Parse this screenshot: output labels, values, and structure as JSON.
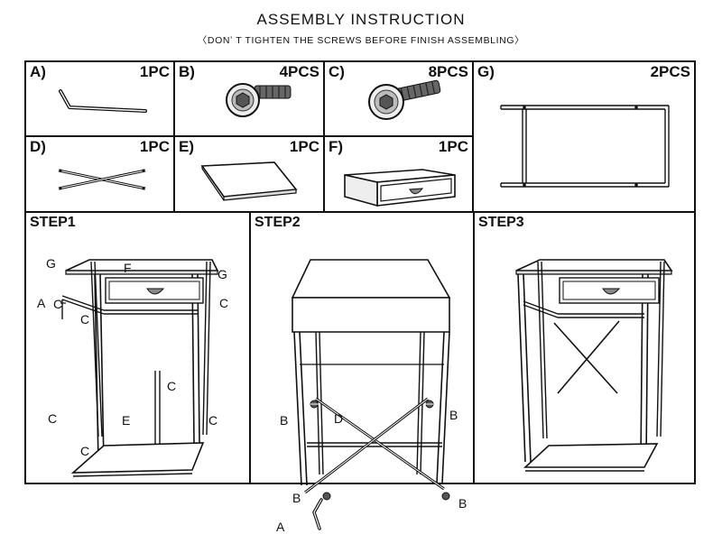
{
  "header": {
    "title": "ASSEMBLY INSTRUCTION",
    "subtitle": "〈DONʼ T TIGHTEN THE SCREWS BEFORE FINISH ASSEMBLING〉"
  },
  "parts": [
    {
      "label": "A)",
      "qty": "1PC",
      "icon": "allen-key-icon"
    },
    {
      "label": "B)",
      "qty": "4PCS",
      "icon": "short-screw-icon"
    },
    {
      "label": "C)",
      "qty": "8PCS",
      "icon": "long-screw-icon"
    },
    {
      "label": "G)",
      "qty": "2PCS",
      "icon": "side-frame-icon"
    },
    {
      "label": "D)",
      "qty": "1PC",
      "icon": "cross-brace-icon"
    },
    {
      "label": "E)",
      "qty": "1PC",
      "icon": "shelf-panel-icon"
    },
    {
      "label": "F)",
      "qty": "1PC",
      "icon": "drawer-box-icon"
    }
  ],
  "steps": [
    {
      "label": "STEP1",
      "callouts": {
        "g_left": "G",
        "f_top": "F",
        "g_right": "G",
        "a": "A",
        "c1": "C",
        "c2": "C",
        "c3": "C",
        "c4": "C",
        "c5": "C",
        "c6": "C",
        "c7": "C",
        "e": "E"
      }
    },
    {
      "label": "STEP2",
      "callouts": {
        "b1": "B",
        "d": "D",
        "b2": "B",
        "b3": "B",
        "b4": "B",
        "a": "A"
      }
    },
    {
      "label": "STEP3",
      "callouts": {}
    }
  ],
  "colors": {
    "line": "#111111",
    "paper": "#ffffff",
    "screw": "#555555"
  }
}
